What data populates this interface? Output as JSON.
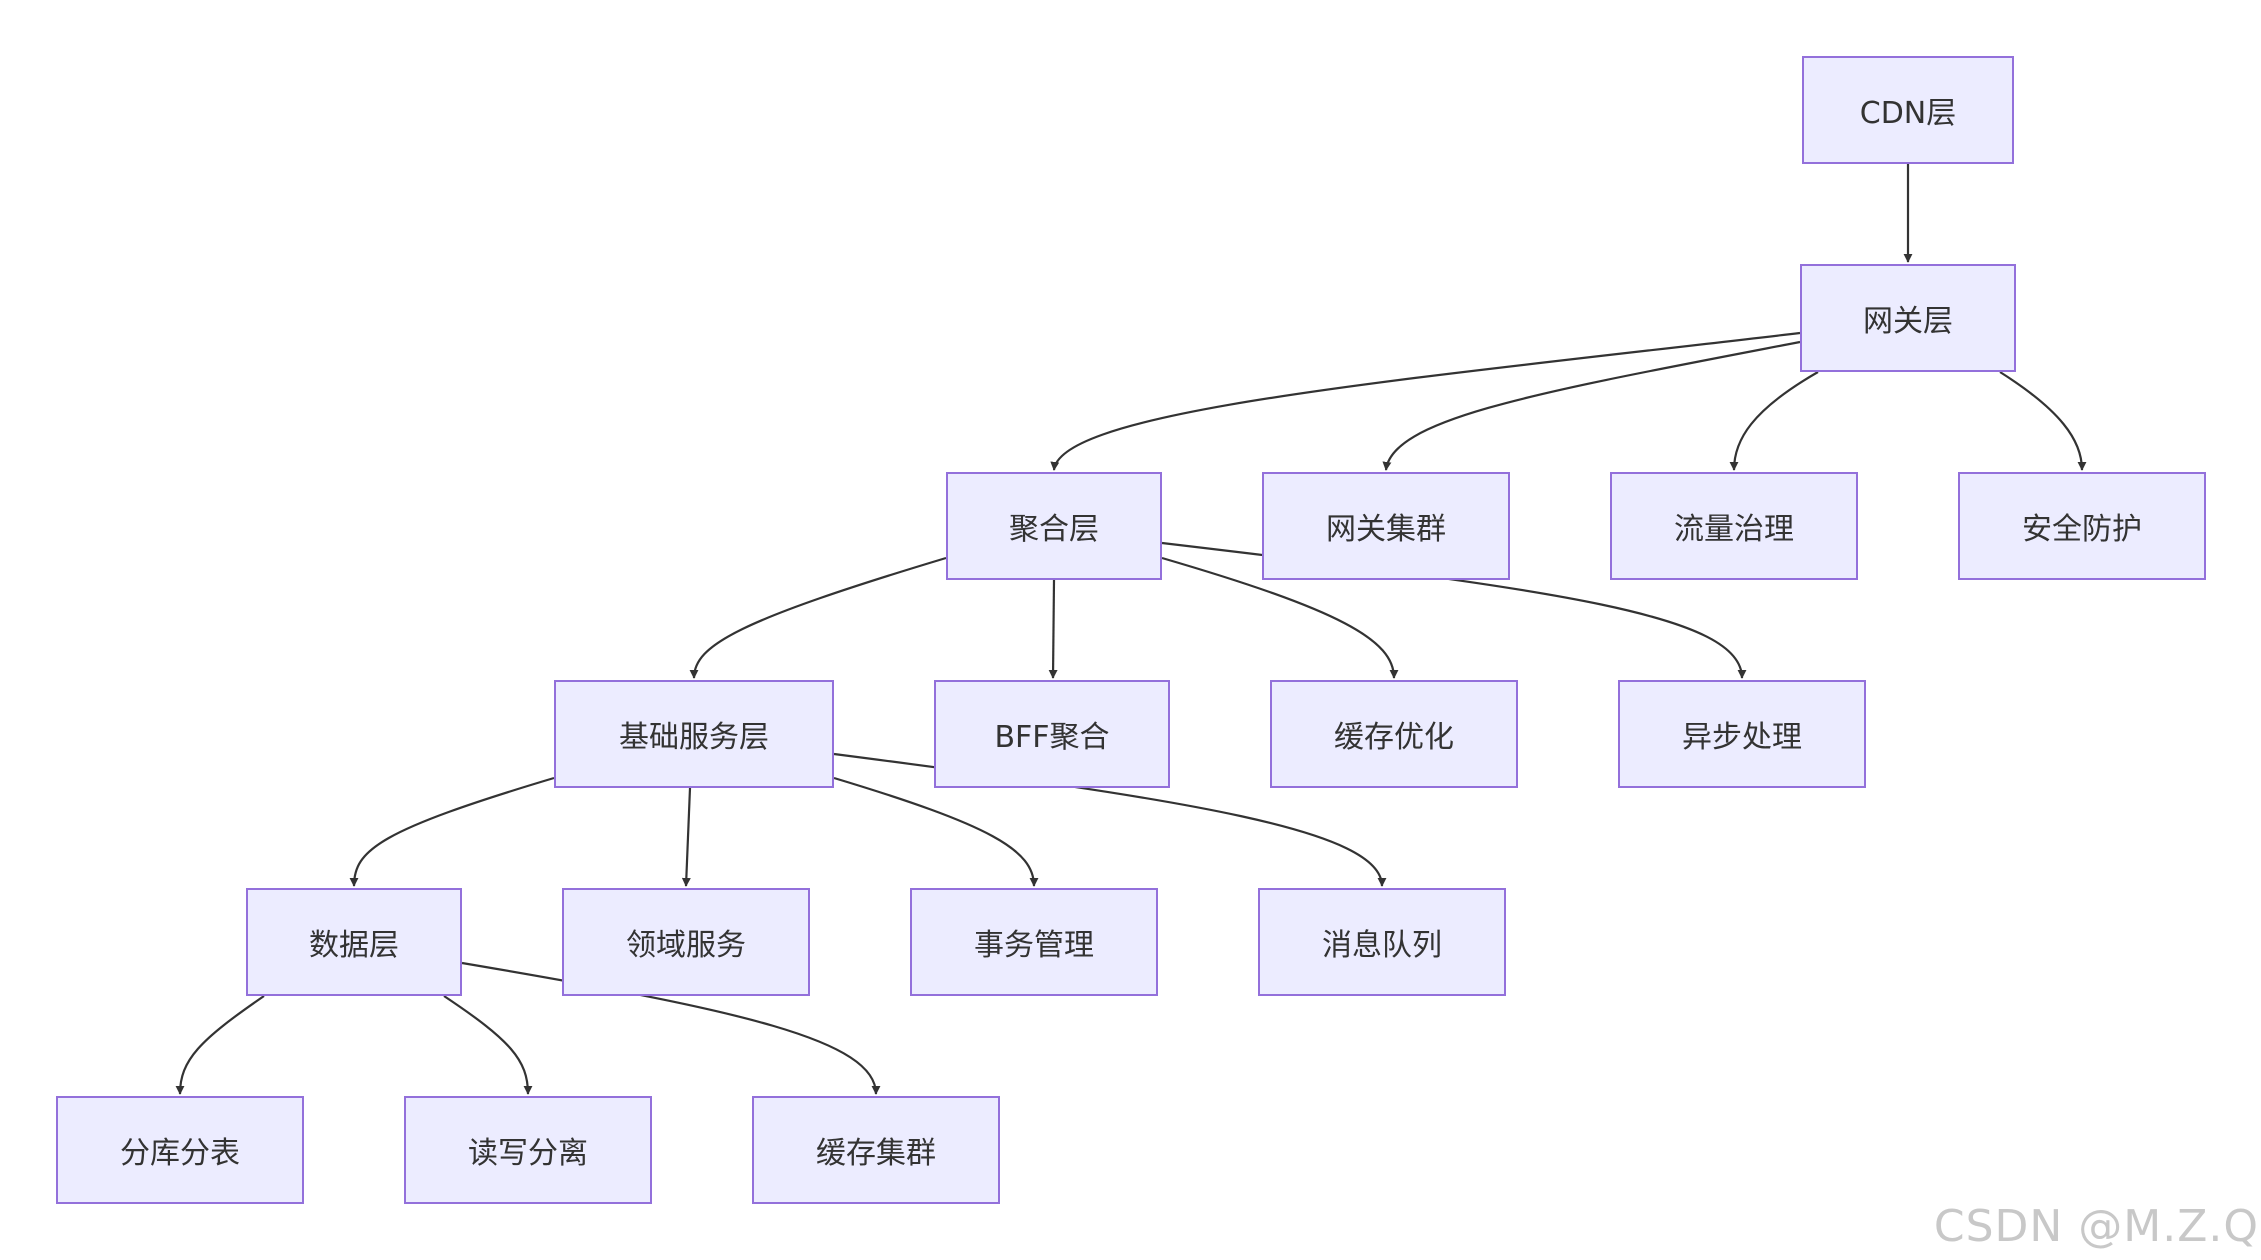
{
  "diagram": {
    "nodes": {
      "cdn": "CDN层",
      "gateway": "网关层",
      "aggregation": "聚合层",
      "gateway_cluster": "网关集群",
      "traffic_governance": "流量治理",
      "security": "安全防护",
      "base_services": "基础服务层",
      "bff": "BFF聚合",
      "cache_opt": "缓存优化",
      "async": "异步处理",
      "data": "数据层",
      "domain_services": "领域服务",
      "transactions": "事务管理",
      "message_queue": "消息队列",
      "sharding": "分库分表",
      "rw_split": "读写分离",
      "cache_cluster": "缓存集群"
    },
    "edges": [
      {
        "from": "cdn",
        "to": "gateway"
      },
      {
        "from": "gateway",
        "to": "aggregation"
      },
      {
        "from": "gateway",
        "to": "gateway_cluster"
      },
      {
        "from": "gateway",
        "to": "traffic_governance"
      },
      {
        "from": "gateway",
        "to": "security"
      },
      {
        "from": "aggregation",
        "to": "base_services"
      },
      {
        "from": "aggregation",
        "to": "bff"
      },
      {
        "from": "aggregation",
        "to": "cache_opt"
      },
      {
        "from": "aggregation",
        "to": "async"
      },
      {
        "from": "base_services",
        "to": "data"
      },
      {
        "from": "base_services",
        "to": "domain_services"
      },
      {
        "from": "base_services",
        "to": "transactions"
      },
      {
        "from": "base_services",
        "to": "message_queue"
      },
      {
        "from": "data",
        "to": "sharding"
      },
      {
        "from": "data",
        "to": "rw_split"
      },
      {
        "from": "data",
        "to": "cache_cluster"
      }
    ],
    "colors": {
      "node_fill": "#ECECFF",
      "node_border": "#9370DB",
      "edge": "#333333",
      "text": "#333333"
    }
  },
  "watermark": "CSDN @M.Z.Q"
}
